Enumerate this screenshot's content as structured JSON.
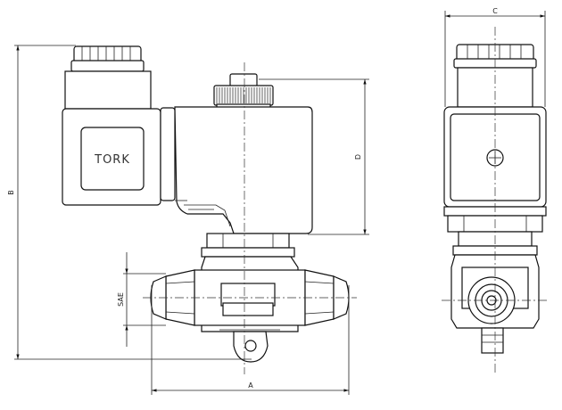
{
  "drawing": {
    "brand_label": "TORK",
    "dimension_labels": {
      "A": "A",
      "B": "B",
      "C": "C",
      "D": "D",
      "SAE": "SAE"
    }
  }
}
